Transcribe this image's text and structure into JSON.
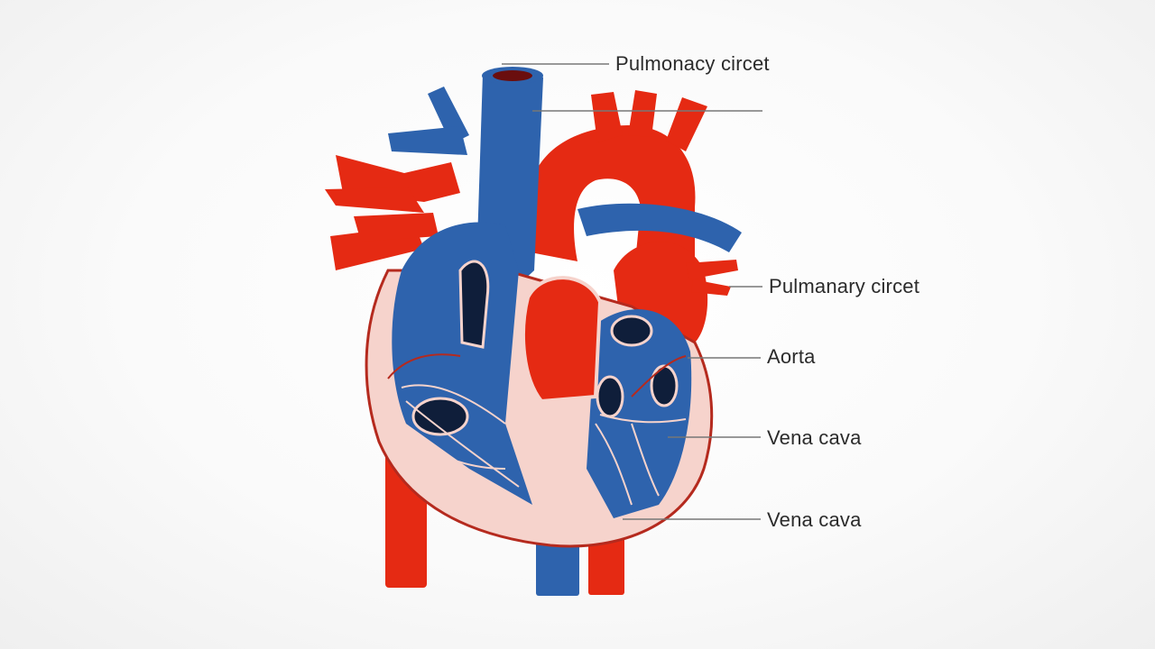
{
  "colors": {
    "oxygenated": "#e52a13",
    "deoxygenated": "#2e63ad",
    "muscle": "#f6d3cc",
    "outline": "#b52a1e",
    "leader": "#777777",
    "text": "#2b2b2b"
  },
  "labels": [
    {
      "id": "pulmonary-circuit-top",
      "text": "Pulmonacy circet"
    },
    {
      "id": "pulmonary-circuit-right",
      "text": "Pulmanary circet"
    },
    {
      "id": "aorta",
      "text": "Aorta"
    },
    {
      "id": "vena-cava-upper",
      "text": "Vena cava"
    },
    {
      "id": "vena-cava-lower",
      "text": "Vena cava"
    }
  ]
}
